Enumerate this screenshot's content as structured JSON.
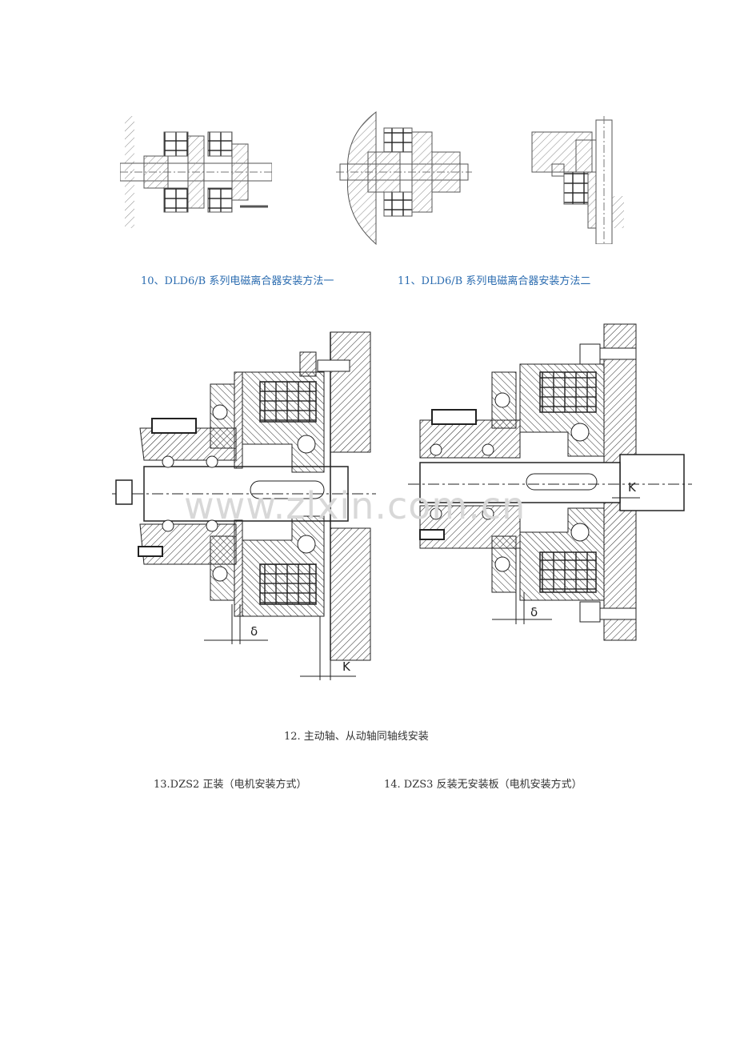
{
  "captions": {
    "fig10": "10、DLD6/B 系列电磁离合器安装方法一",
    "fig11": "11、DLD6/B 系列电磁离合器安装方法二",
    "fig12": "12. 主动轴、从动轴同轴线安装",
    "fig13": "13.DZS2 正装（电机安装方式）",
    "fig14": "14. DZS3 反装无安装板（电机安装方式）"
  },
  "drawing_labels": {
    "delta": "δ",
    "k": "K"
  },
  "watermark": "www.zlxin.com.cn",
  "colors": {
    "caption_blue": "#2b6cb0",
    "caption_dark": "#333333",
    "line": "#222222"
  }
}
